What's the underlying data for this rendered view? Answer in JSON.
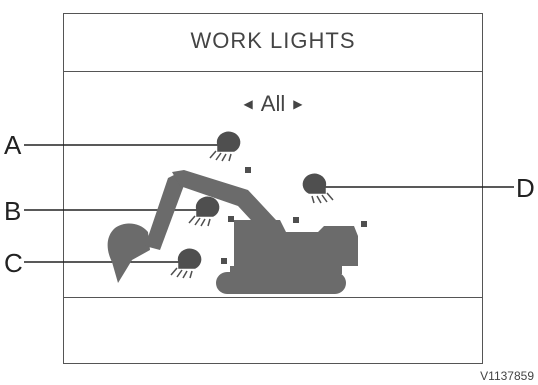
{
  "header": {
    "title": "WORK LIGHTS"
  },
  "mode_selector": {
    "value": "All",
    "prev_icon": "triangle-left-icon",
    "next_icon": "triangle-right-icon"
  },
  "callouts": {
    "a": "A",
    "b": "B",
    "c": "C",
    "d": "D"
  },
  "reference_code": "V1137859",
  "colors": {
    "machine": "#6b6b6b",
    "frame": "#555555",
    "text": "#444444"
  }
}
